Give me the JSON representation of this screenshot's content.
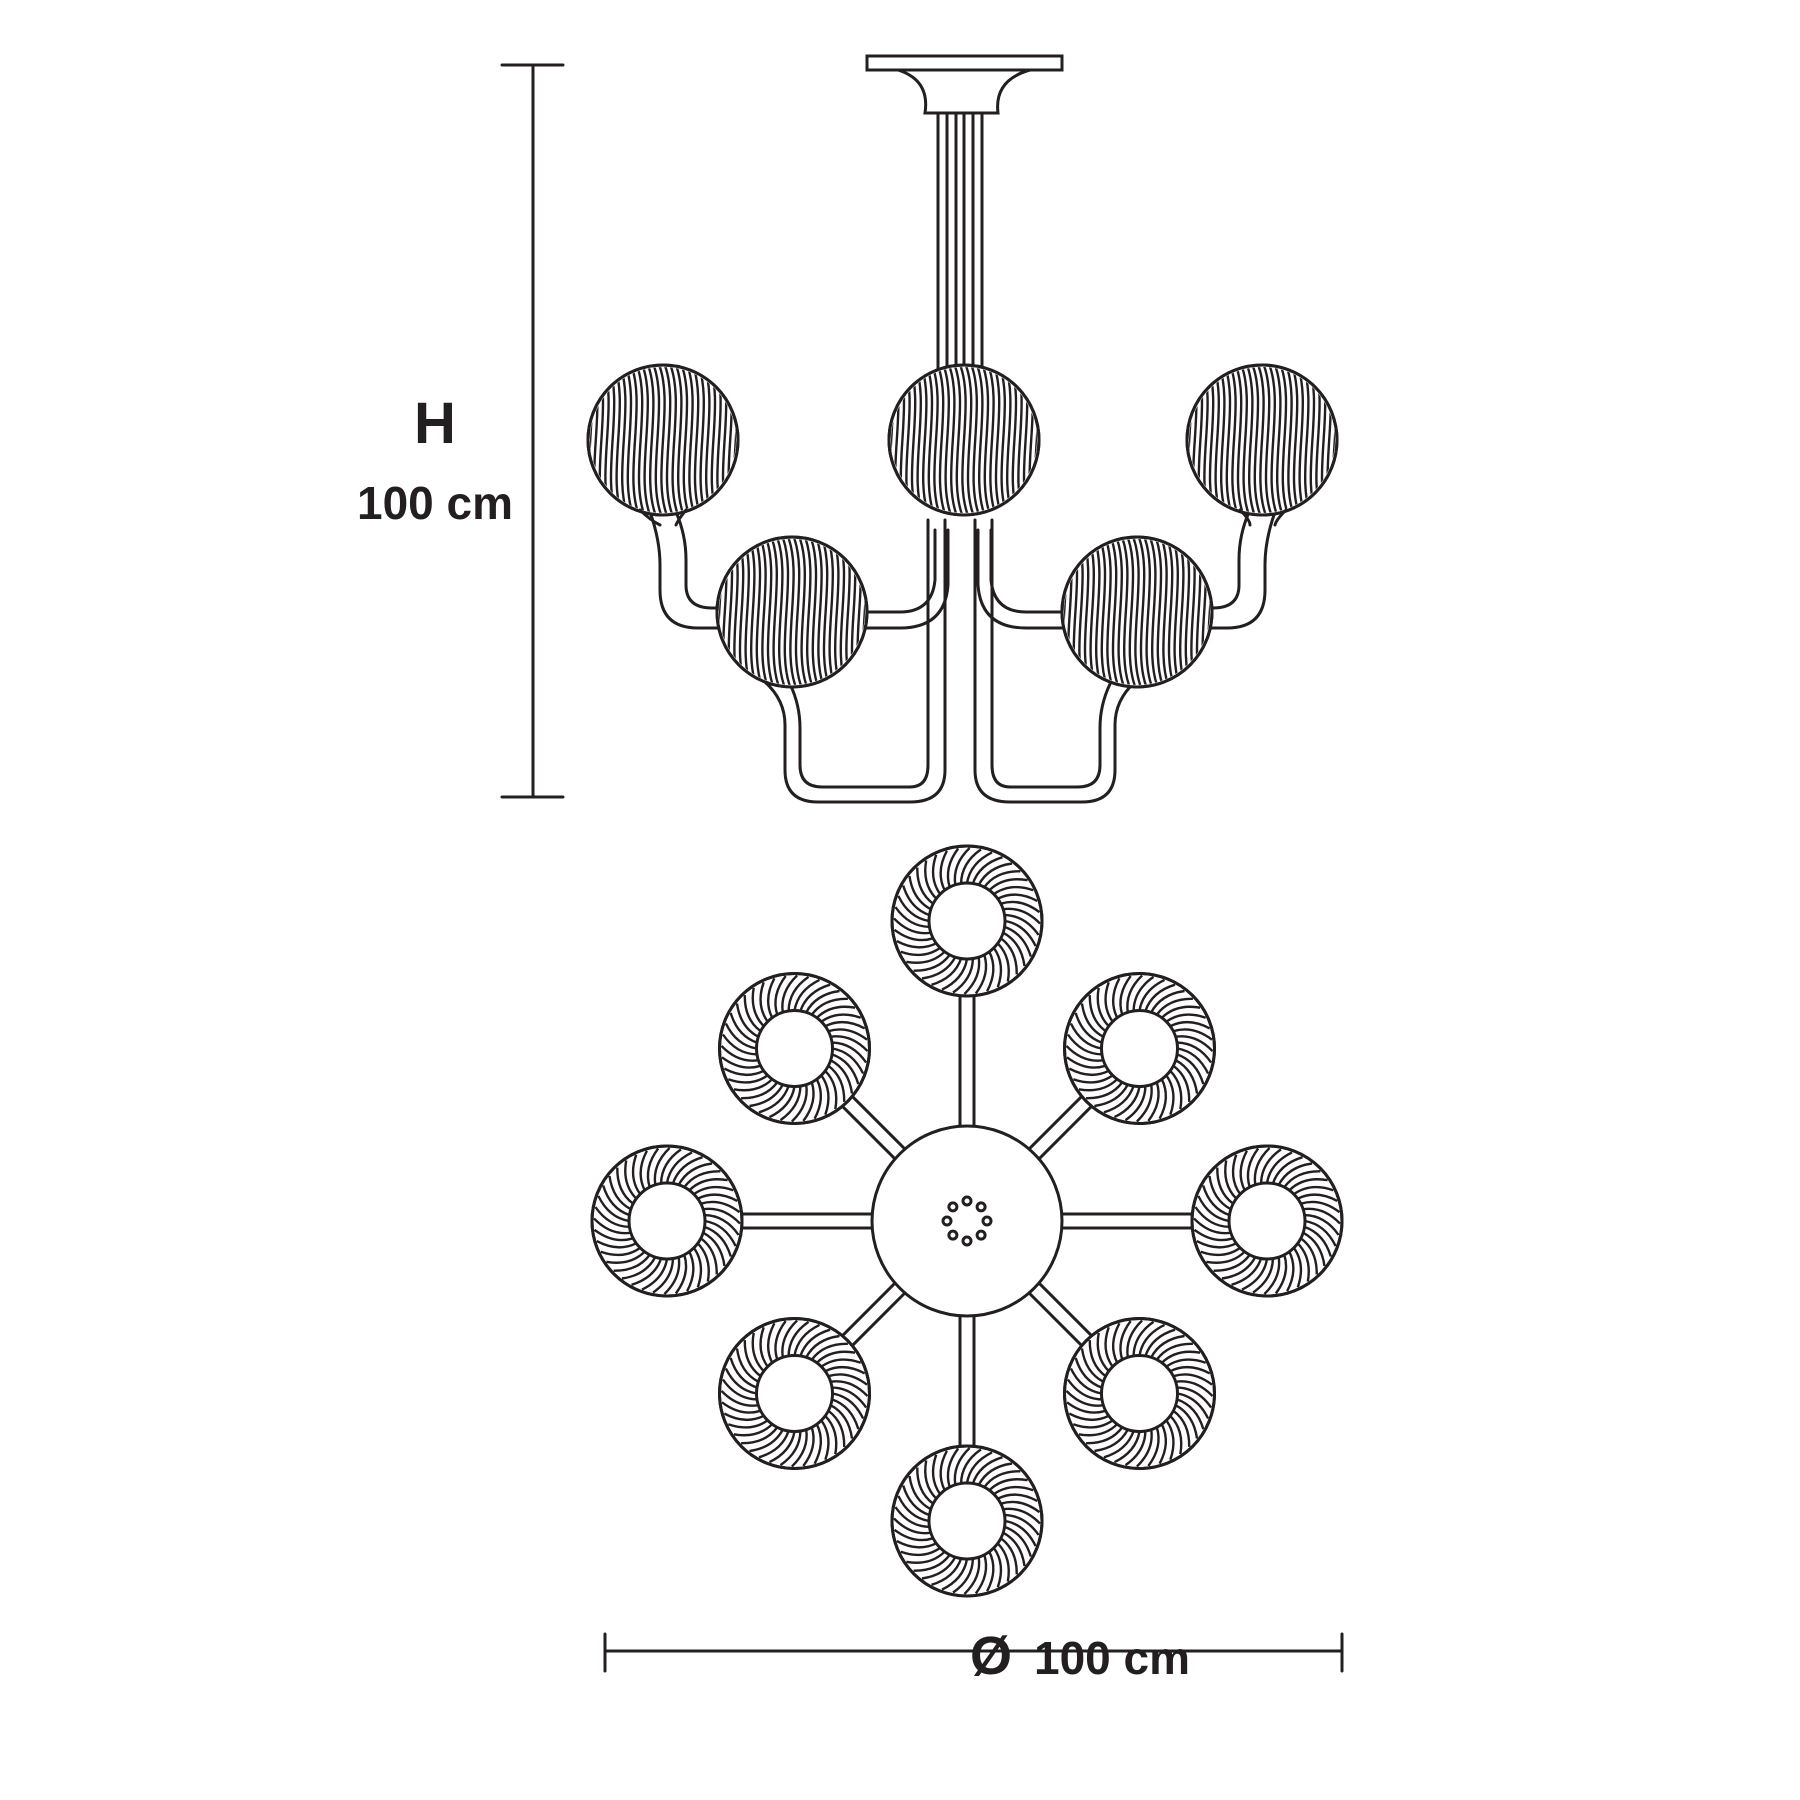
{
  "dimensions": {
    "height_letter": "H",
    "height_value": "100 cm",
    "diameter_symbol": "Ø",
    "diameter_value": "100 cm"
  },
  "colors": {
    "line": "#231f20",
    "background": "#ffffff"
  }
}
